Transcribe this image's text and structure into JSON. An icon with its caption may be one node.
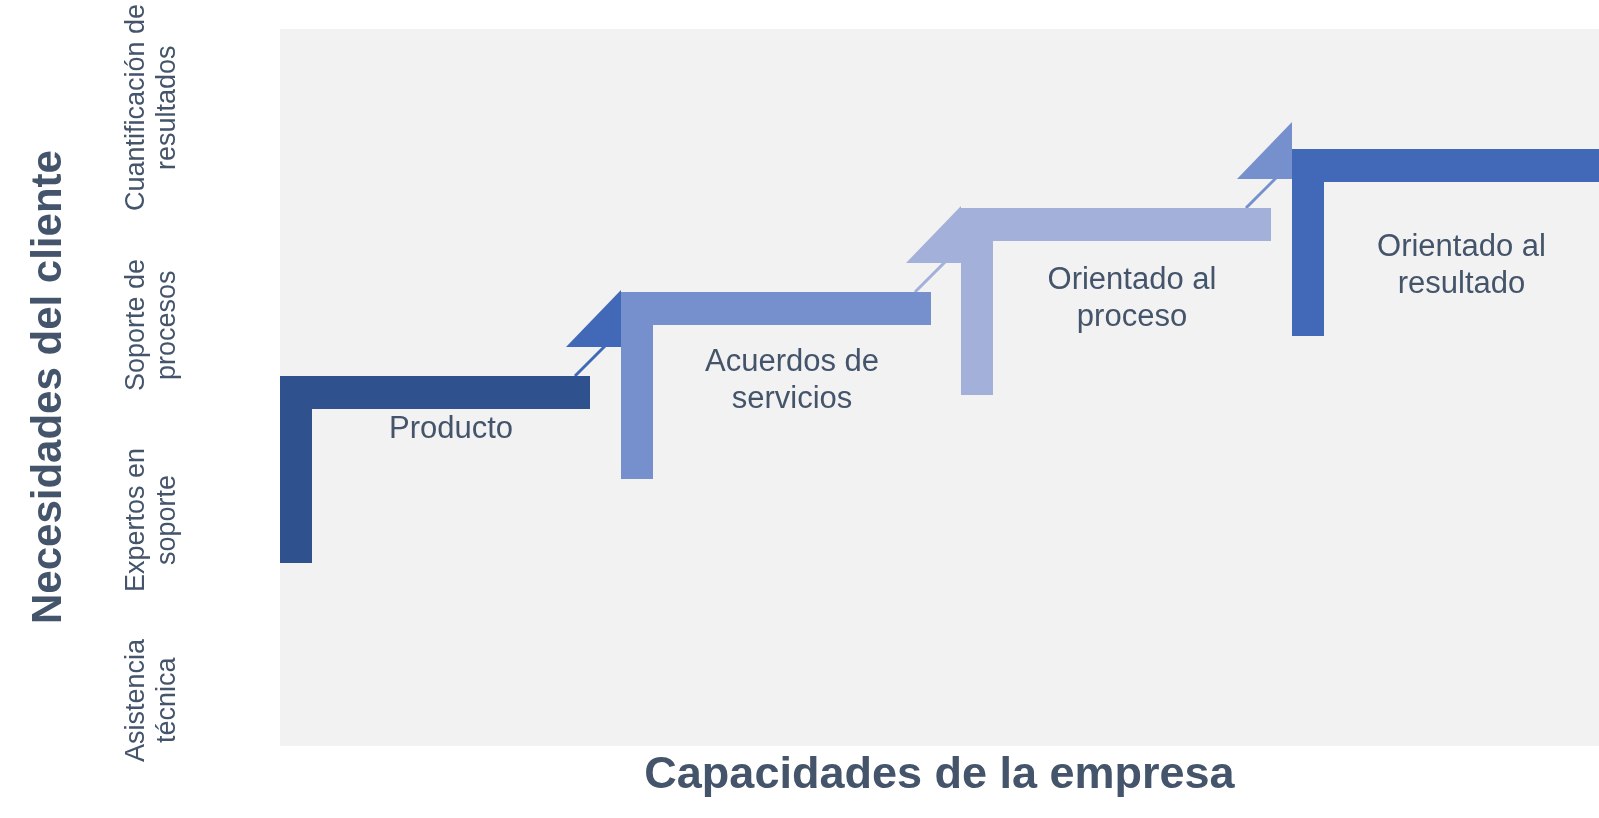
{
  "diagram": {
    "nodes": [
      {
        "text": [
          "Producto"
        ]
      },
      {
        "text": [
          "Acuerdos de servicios"
        ]
      },
      {
        "text": [
          "Orientado al proceso"
        ]
      },
      {
        "text": [
          "Orientado al resultado"
        ]
      }
    ],
    "edges": [
      {
        "from": 0,
        "to": 1,
        "arrow": "to",
        "color": "#4169b8"
      },
      {
        "from": 1,
        "to": 2,
        "arrow": "to",
        "color": "#a3b0da"
      },
      {
        "from": 2,
        "to": 3,
        "arrow": "to",
        "color": "#7590cc"
      }
    ],
    "labels": [
      "Necesidades del cliente",
      "Cuantificación de resultados",
      "Soporte de procesos",
      "Expertos en soporte",
      "Asistencia técnica",
      "Capacidades de la empresa"
    ]
  }
}
